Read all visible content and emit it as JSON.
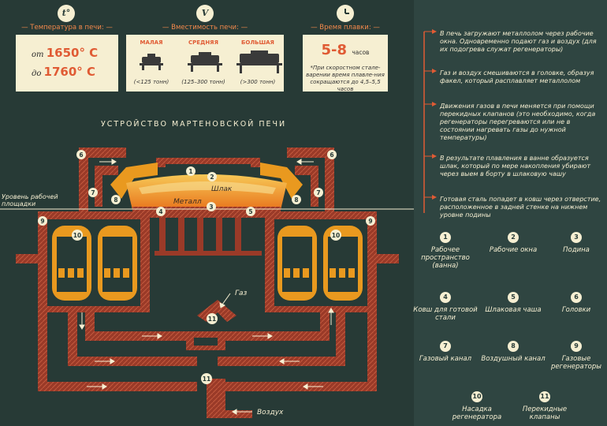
{
  "header": {
    "temperature": {
      "symbol": "t°",
      "title": "Температура в печи:",
      "from_prefix": "от",
      "from_value": "1650° С",
      "to_prefix": "до",
      "to_value": "1760° С"
    },
    "capacity": {
      "symbol": "V",
      "title": "Вместимость печи:",
      "sizes": [
        {
          "label": "МАЛАЯ",
          "range": "(<125 тонн)"
        },
        {
          "label": "СРЕДНЯЯ",
          "range": "(125–300 тонн)"
        },
        {
          "label": "БОЛЬШАЯ",
          "range": "(>300 тонн)"
        }
      ]
    },
    "time": {
      "title": "Время плавки:",
      "value": "5-8",
      "unit": "часов",
      "note": "*При скоростном стале-варении время плавле-ния сокращаются до 4,5–5,5 часов"
    }
  },
  "diagram": {
    "title": "УСТРОЙСТВО МАРТЕНОВСКОЙ ПЕЧИ",
    "platform_label": "Уровень рабочей площадки",
    "slag_label": "Шлак",
    "metal_label": "Металл",
    "gas_label": "Газ",
    "air_label": "Воздух",
    "markers": [
      "1",
      "2",
      "3",
      "4",
      "5",
      "6",
      "7",
      "8",
      "9",
      "10",
      "11"
    ]
  },
  "steps": [
    "В печь загружают металлолом через рабочие окна. Одновременно подают газ и воздух (для их подогрева служат регенераторы)",
    "Газ и воздух смешиваются в головке, образуя факел, который расплавляет металлолом",
    "Движения газов в печи меняется при помощи перекидных клапанов (это необходимо, когда регенераторы перегреваются или не в состоянии нагревать газы до нужной температуры)",
    "В результате плавления в ванне образуется шлак, который по мере накопления убирают через выем в борту в шлаковую чашу",
    "Готовая сталь попадет в ковш через отверстие, расположенное в задней стенке на нижнем уровне подины"
  ],
  "legend": [
    {
      "num": "1",
      "text": "Рабочее пространство (ванна)"
    },
    {
      "num": "2",
      "text": "Рабочие окна"
    },
    {
      "num": "3",
      "text": "Подина"
    },
    {
      "num": "4",
      "text": "Ковш для готовой стали"
    },
    {
      "num": "5",
      "text": "Шлаковая чаша"
    },
    {
      "num": "6",
      "text": "Головки"
    },
    {
      "num": "7",
      "text": "Газовый канал"
    },
    {
      "num": "8",
      "text": "Воздушный канал"
    },
    {
      "num": "9",
      "text": "Газовые регенераторы"
    },
    {
      "num": "10",
      "text": "Насадка регенератора"
    },
    {
      "num": "11",
      "text": "Перекидные клапаны"
    }
  ],
  "colors": {
    "background": "#273a36",
    "panel": "#2f4541",
    "accent": "#e05b34",
    "card": "#f6efd2",
    "wall": "#b3412b",
    "fire": "#f3a12f"
  }
}
